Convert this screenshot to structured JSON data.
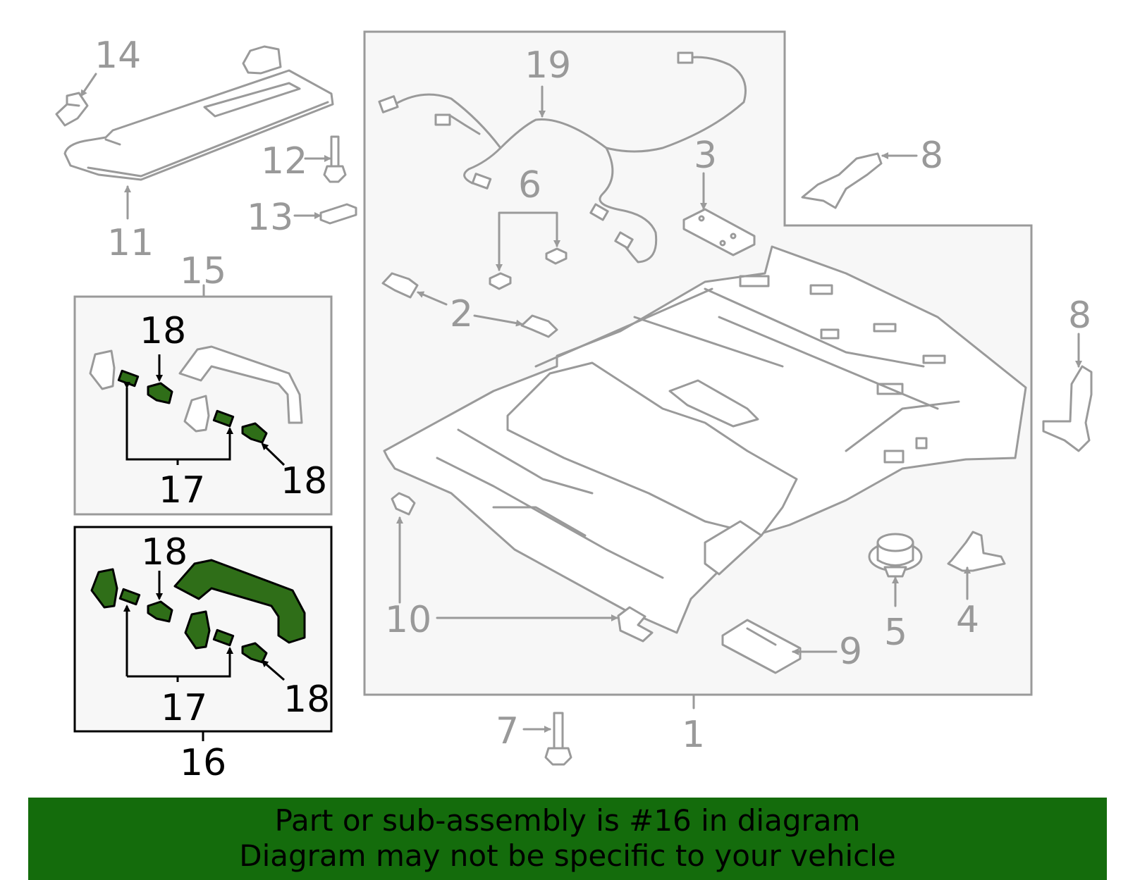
{
  "callouts": {
    "c1": "1",
    "c2": "2",
    "c3": "3",
    "c4": "4",
    "c5": "5",
    "c6": "6",
    "c7": "7",
    "c8a": "8",
    "c8b": "8",
    "c9": "9",
    "c10": "10",
    "c11": "11",
    "c12": "12",
    "c13": "13",
    "c14": "14",
    "c15": "15",
    "c16": "16",
    "c17a": "17",
    "c17b": "17",
    "c18a": "18",
    "c18b": "18",
    "c18c": "18",
    "c18d": "18",
    "c19": "19"
  },
  "highlight_part": "16",
  "colors": {
    "highlight": "#2f6e18",
    "banner": "#146c0c",
    "outline": "#9a9a9a"
  },
  "banner": {
    "line1": "Part or sub-assembly is #16 in diagram",
    "line2": "Diagram may not be specific to your vehicle"
  }
}
